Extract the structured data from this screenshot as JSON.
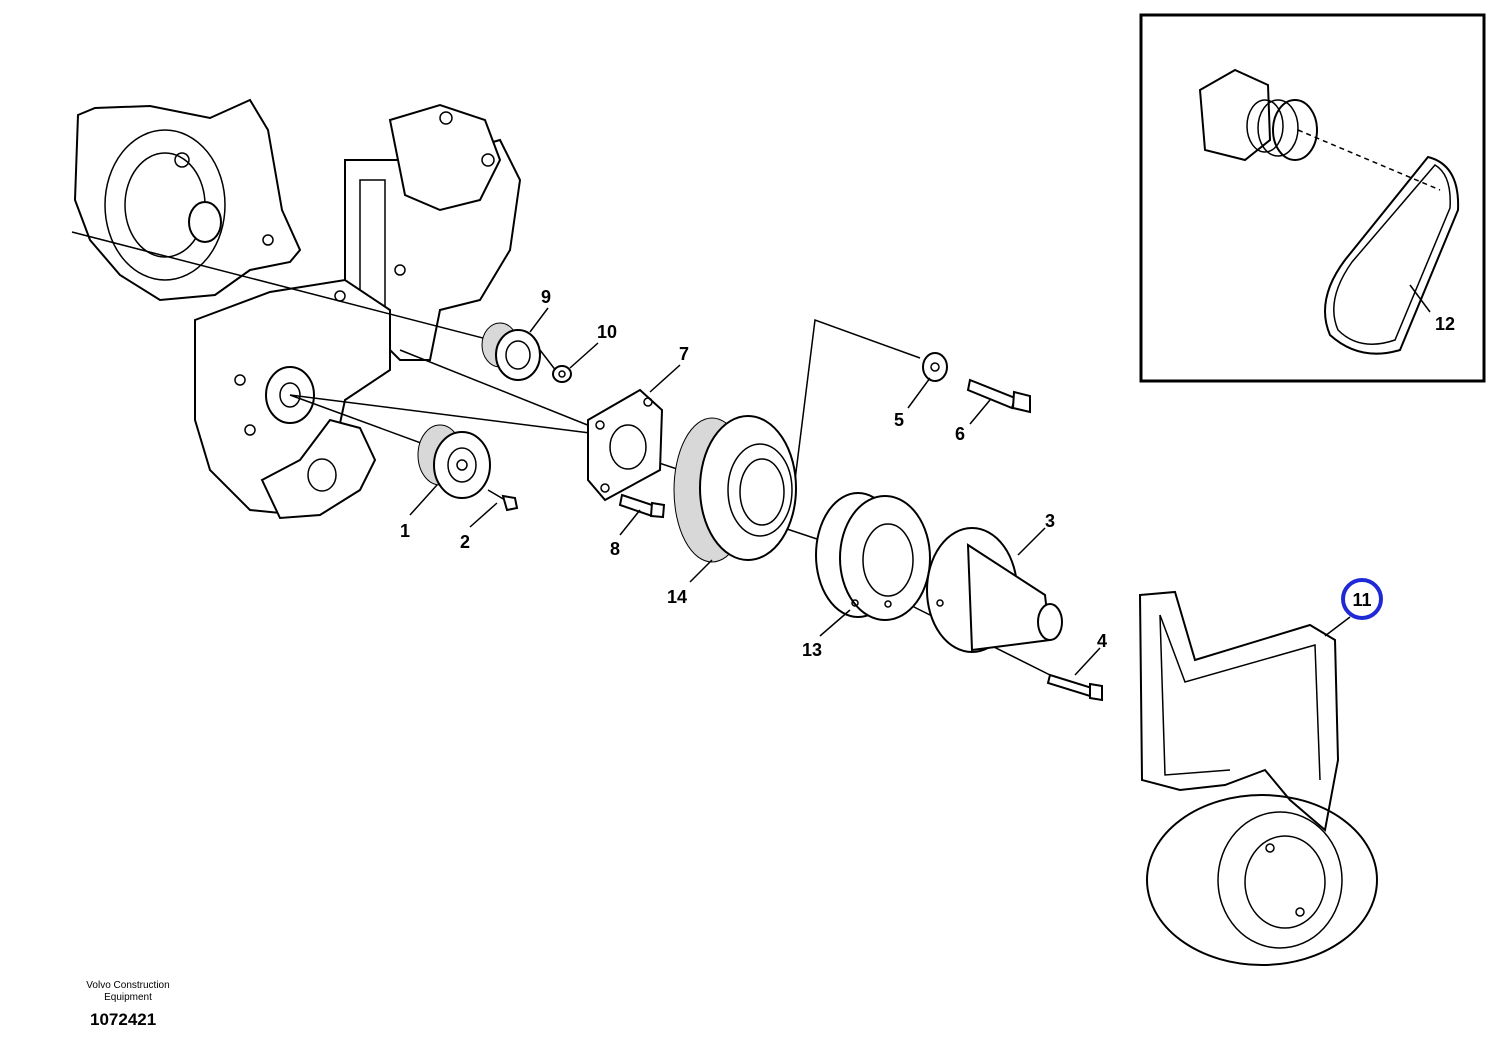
{
  "diagram": {
    "callouts": [
      {
        "id": "1",
        "label": "1"
      },
      {
        "id": "2",
        "label": "2"
      },
      {
        "id": "3",
        "label": "3"
      },
      {
        "id": "4",
        "label": "4"
      },
      {
        "id": "5",
        "label": "5"
      },
      {
        "id": "6",
        "label": "6"
      },
      {
        "id": "7",
        "label": "7"
      },
      {
        "id": "8",
        "label": "8"
      },
      {
        "id": "9",
        "label": "9"
      },
      {
        "id": "10",
        "label": "10"
      },
      {
        "id": "11",
        "label": "11",
        "highlighted": true
      },
      {
        "id": "12",
        "label": "12"
      },
      {
        "id": "13",
        "label": "13"
      },
      {
        "id": "14",
        "label": "14"
      }
    ],
    "highlight_color": "#1f2ad6",
    "footer": {
      "brand_line1": "Volvo Construction",
      "brand_line2": "Equipment",
      "drawing_number": "1072421"
    }
  }
}
